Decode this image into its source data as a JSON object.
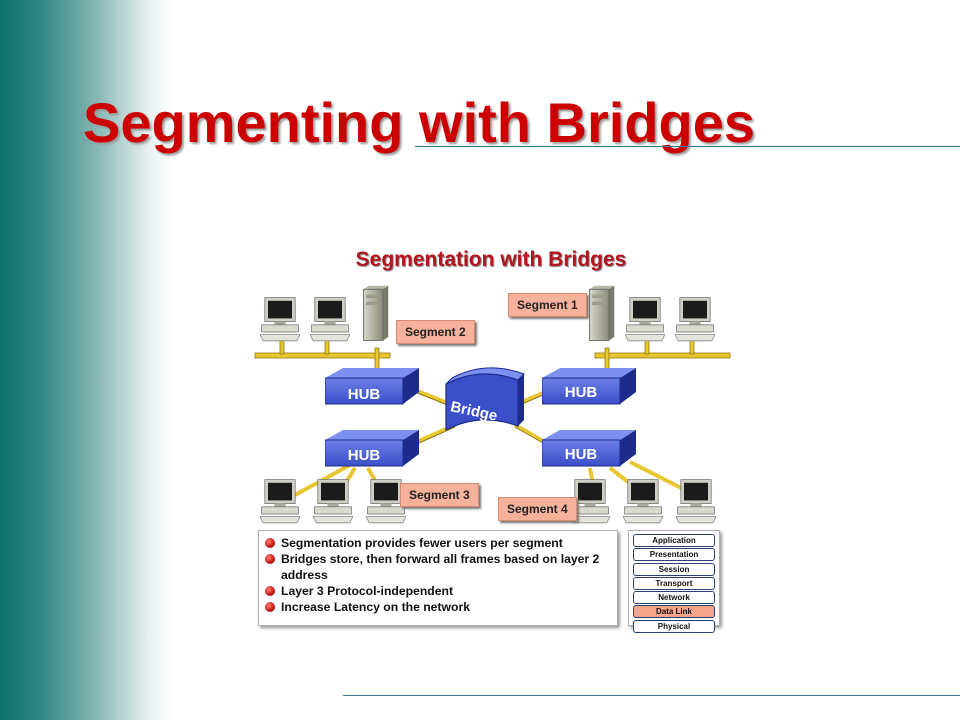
{
  "slide": {
    "title": "Segmenting with Bridges"
  },
  "figure": {
    "title": "Segmentation with Bridges",
    "device_labels": {
      "hub": "HUB",
      "bridge": "Bridge"
    },
    "segments": [
      "Segment 1",
      "Segment 2",
      "Segment 3",
      "Segment 4"
    ],
    "bullets": [
      "Segmentation provides fewer users per segment",
      "Bridges store, then forward all frames based on layer 2 address",
      "Layer 3 Protocol-independent",
      "Increase Latency on the network"
    ],
    "osi_layers": [
      {
        "name": "Application",
        "highlighted": false
      },
      {
        "name": "Presentation",
        "highlighted": false
      },
      {
        "name": "Session",
        "highlighted": false
      },
      {
        "name": "Transport",
        "highlighted": false
      },
      {
        "name": "Network",
        "highlighted": false
      },
      {
        "name": "Data Link",
        "highlighted": true
      },
      {
        "name": "Physical",
        "highlighted": false
      }
    ]
  },
  "colors": {
    "title": "#cc0000",
    "hub": "#2a3fb4",
    "segment_label": "#f6b19a",
    "cable": "#e8c630",
    "osi_highlight": "#f6a488",
    "bullet": "#c4141a"
  }
}
